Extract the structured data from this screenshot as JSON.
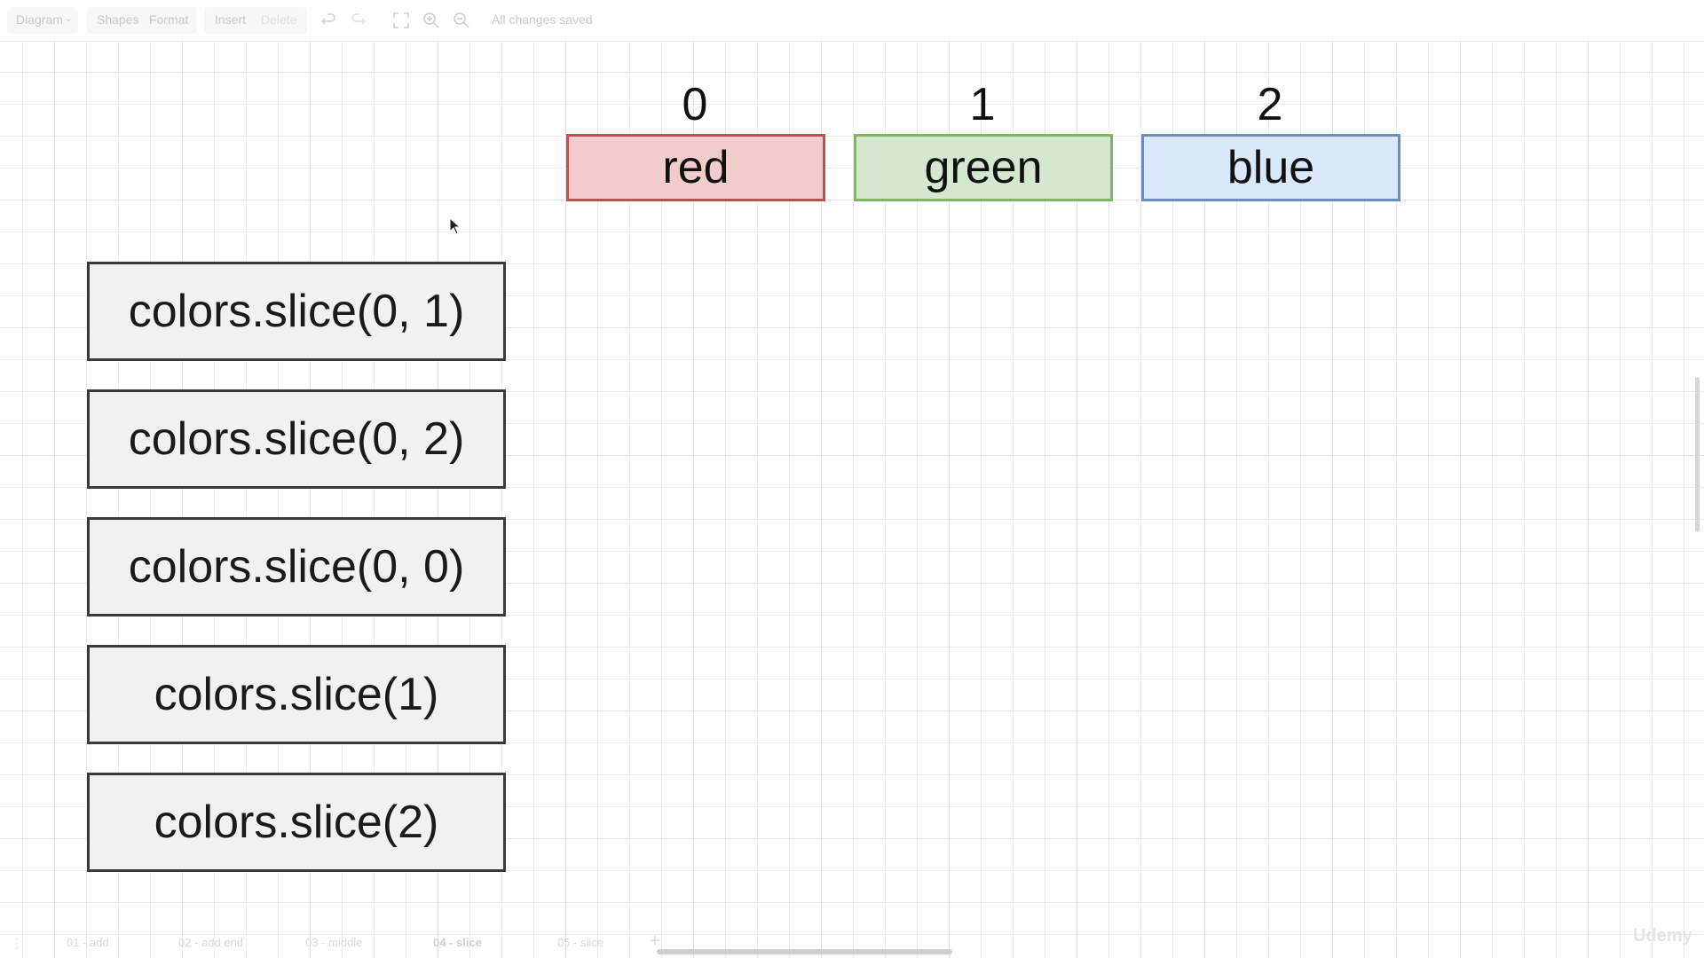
{
  "toolbar": {
    "menus": [
      "Diagram",
      "Shapes",
      "Format",
      "Insert",
      "Delete"
    ],
    "status": "All changes saved",
    "icons": [
      "undo-icon",
      "redo-icon",
      "fullscreen-icon",
      "zoom-in-icon",
      "zoom-out-icon"
    ]
  },
  "array": {
    "items": [
      {
        "index": "0",
        "value": "red",
        "fill": "#f2cccc",
        "stroke": "#b85450"
      },
      {
        "index": "1",
        "value": "green",
        "fill": "#d4e8d0",
        "stroke": "#82b366"
      },
      {
        "index": "2",
        "value": "blue",
        "fill": "#dae8fc",
        "stroke": "#6c8ebf"
      }
    ]
  },
  "slices": [
    "colors.slice(0, 1)",
    "colors.slice(0, 2)",
    "colors.slice(0, 0)",
    "colors.slice(1)",
    "colors.slice(2)"
  ],
  "tabs": [
    "01 - add",
    "02 - add end",
    "03 - middle",
    "04 - slice",
    "05 - slice"
  ],
  "watermark": "Udemy"
}
